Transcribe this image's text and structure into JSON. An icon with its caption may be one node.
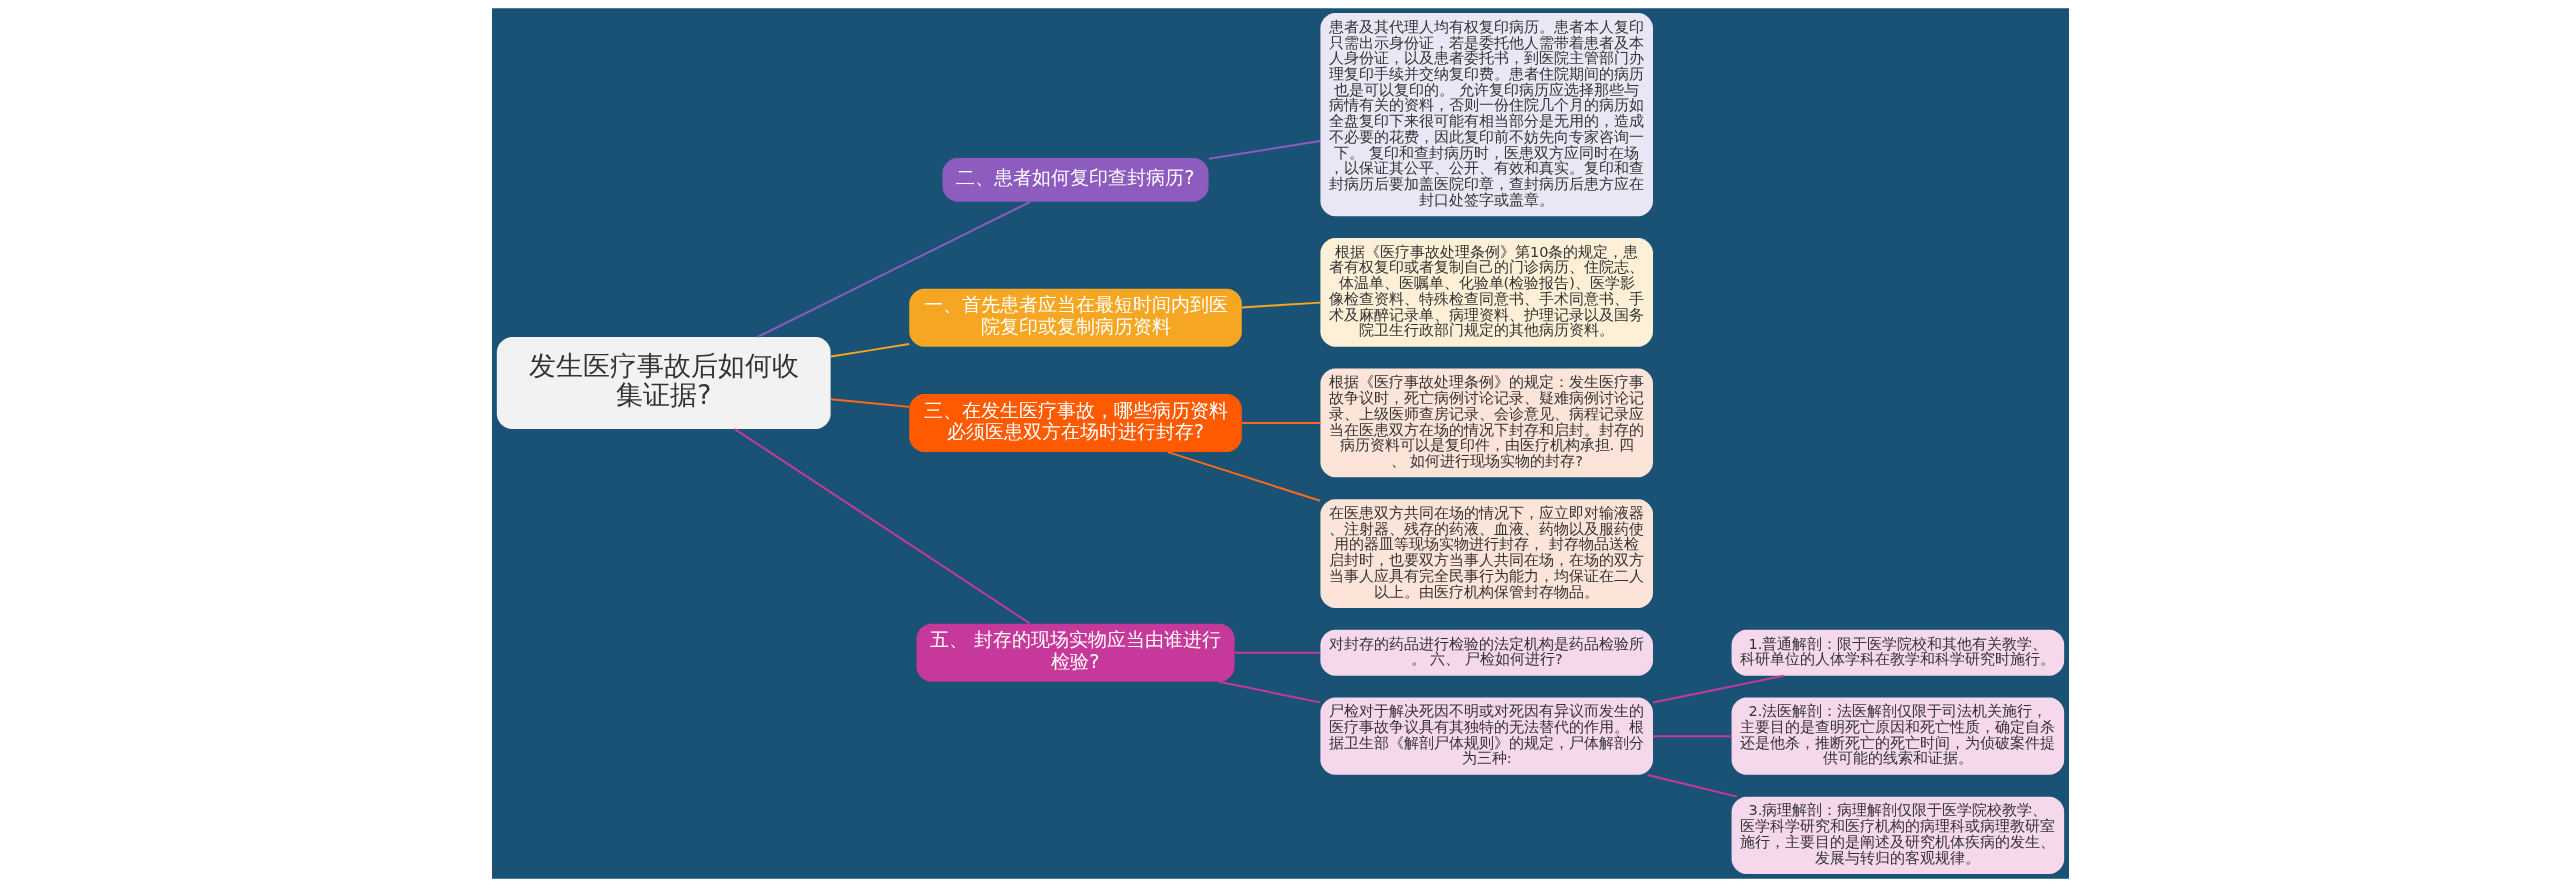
{
  "diagram": {
    "nodes": [
      {
        "text": [
          "发生医疗事故后如何收集证据?"
        ]
      },
      {
        "text": [
          "二、患者如何复印查封病历?"
        ]
      },
      {
        "text": [
          "患者及其代理人均有权复印病历。患者本人复印只需出示身份证，若是委托他人需带着患者及本人身份证，以及患者委托书，到医院主管部门办理复印手续并交纳复印费。患者住院期间的病历也是可以复印的。 允许复印病历应选择那些与病情有关的资料，否则一份住院几个月的病历如全盘复印下来很可能有相当部分是无用的，造成不必要的花费，因此复印前不妨先向专家咨询一下。 复印和查封病历时，医患双方应同时在场，以保证其公平、公开、有效和真实。复印和查封病历后要加盖医院印章，查封病历后患方应在封口处签字或盖章。"
        ]
      },
      {
        "text": [
          "一、首先患者应当在最短时间内到医院复印或复制病历资料"
        ]
      },
      {
        "text": [
          "根据《医疗事故处理条例》第10条的规定，患者有权复印或者复制自己的门诊病历、住院志、体温单、医嘱单、化验单(检验报告)、医学影像检查资料、特殊检查同意书、手术同意书、手术及麻醉记录单、病理资料、护理记录以及国务院卫生行政部门规定的其他病历资料。"
        ]
      },
      {
        "text": [
          "三、在发生医疗事故，哪些病历资料必须医患双方在场时进行封存?"
        ]
      },
      {
        "text": [
          "根据《医疗事故处理条例》的规定：发生医疗事故争议时，死亡病例讨论记录、疑难病例讨论记录、上级医师查房记录、会诊意见、病程记录应当在医患双方在场的情况下封存和启封。封存的病历资料可以是复印件，由医疗机构承担. 四、 如何进行现场实物的封存?"
        ]
      },
      {
        "text": [
          "在医患双方共同在场的情况下，应立即对输液器、注射器、残存的药液、血液、药物以及服药使用的器皿等现场实物进行封存， 封存物品送检启封时，也要双方当事人共同在场，在场的双方当事人应具有完全民事行为能力，均保证在二人以上。由医疗机构保管封存物品。"
        ]
      },
      {
        "text": [
          "五、 封存的现场实物应当由谁进行检验?"
        ]
      },
      {
        "text": [
          "对封存的药品进行检验的法定机构是药品检验所。 六、 尸检如何进行?"
        ]
      },
      {
        "text": [
          "尸检对于解决死因不明或对死因有异议而发生的医疗事故争议具有其独特的无法替代的作用。根据卫生部《解剖尸体规则》的规定，尸体解剖分为三种:"
        ]
      },
      {
        "text": [
          "1.普通解剖：限于医学院校和其他有关教学、科研单位的人体学科在教学和科学研究时施行。"
        ]
      },
      {
        "text": [
          "2.法医解剖：法医解剖仅限于司法机关施行，主要目的是查明死亡原因和死亡性质，确定自杀还是他杀，推断死亡的死亡时间，为侦破案件提供可能的线索和证据。"
        ]
      },
      {
        "text": [
          "3.病理解剖：病理解剖仅限于医学院校教学、医学科学研究和医疗机构的病理科或病理教研室施行，主要目的是阐述及研究机体疾病的发生、发展与转归的客观规律。"
        ]
      }
    ],
    "edges": [
      {
        "from": 0,
        "to": 1,
        "arrow": "none",
        "color": "#8e5bbf"
      },
      {
        "from": 1,
        "to": 2,
        "arrow": "none",
        "color": "#8e5bbf"
      },
      {
        "from": 0,
        "to": 3,
        "arrow": "none",
        "color": "#f5a623"
      },
      {
        "from": 3,
        "to": 4,
        "arrow": "none",
        "color": "#f5a623"
      },
      {
        "from": 0,
        "to": 5,
        "arrow": "none",
        "color": "#ff6a1a"
      },
      {
        "from": 5,
        "to": 6,
        "arrow": "none",
        "color": "#ff6a1a"
      },
      {
        "from": 5,
        "to": 7,
        "arrow": "none",
        "color": "#ff6a1a"
      },
      {
        "from": 0,
        "to": 8,
        "arrow": "none"
      },
      {
        "from": 8,
        "to": 9,
        "arrow": "none"
      },
      {
        "from": 8,
        "to": 10,
        "arrow": "none"
      },
      {
        "from": 10,
        "to": 11,
        "arrow": "none"
      },
      {
        "from": 10,
        "to": 12,
        "arrow": "none"
      },
      {
        "from": 10,
        "to": 13,
        "arrow": "none"
      }
    ]
  }
}
